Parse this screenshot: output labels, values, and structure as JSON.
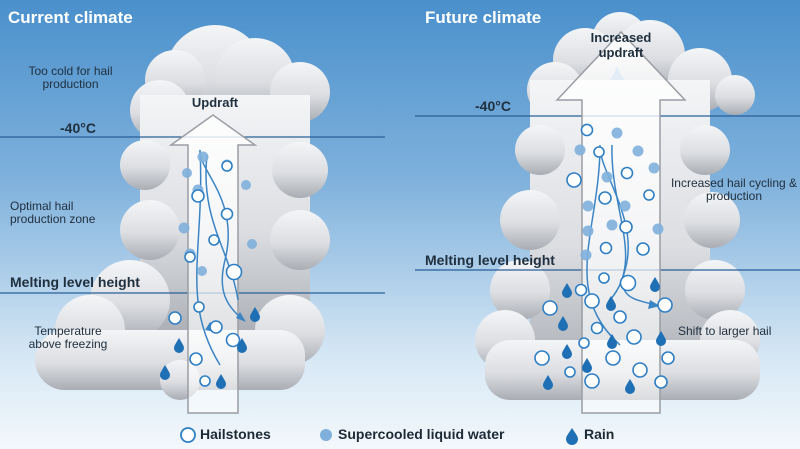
{
  "left_panel": {
    "title": "Current climate",
    "note_top": "Too cold for hail production",
    "note_mid": "Optimal hail production zone",
    "note_bottom": "Temperature above freezing",
    "updraft": "Updraft",
    "level_40": "-40°C",
    "melting": "Melting level height"
  },
  "right_panel": {
    "title": "Future climate",
    "updraft": "Increased updraft",
    "level_40": "-40°C",
    "melting": "Melting level height",
    "note_mid": "Increased hail cycling & production",
    "note_bottom": "Shift to larger hail"
  },
  "legend": {
    "hailstones": "Hailstones",
    "supercooled": "Supercooled liquid water",
    "rain": "Rain"
  },
  "colors": {
    "hail_stroke": "#2f7fc4",
    "supercooled": "#7fb0dc",
    "rain": "#1f6fb5",
    "level_line": "#2a5f98"
  }
}
